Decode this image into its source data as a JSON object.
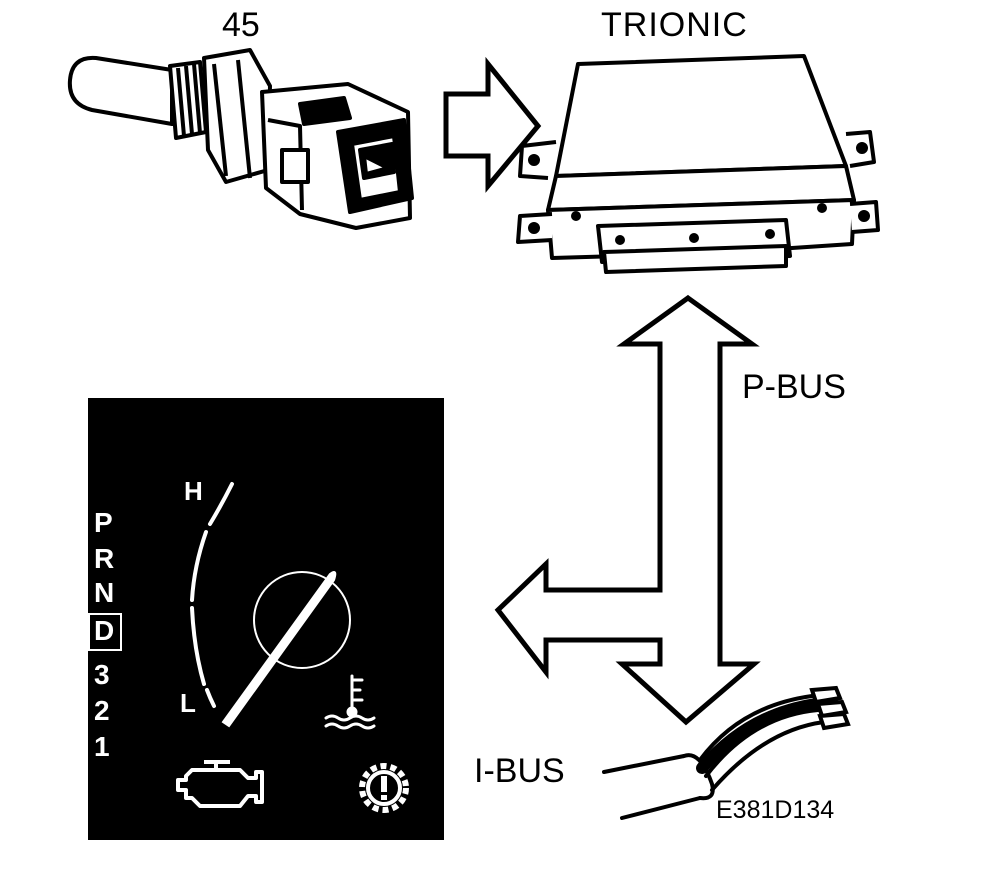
{
  "labels": {
    "sensor": "45",
    "ecu": "TRIONIC",
    "pbus": "P-BUS",
    "ibus": "I-BUS",
    "code": "E381D134"
  },
  "gauge": {
    "high": "H",
    "low": "L",
    "gears": [
      "P",
      "R",
      "N",
      "D",
      "3",
      "2",
      "1"
    ],
    "selected_gear": "D"
  },
  "icons": [
    "temperature-sensor-icon",
    "ecu-module-icon",
    "coolant-temperature-icon",
    "check-engine-icon",
    "warning-gear-icon"
  ]
}
